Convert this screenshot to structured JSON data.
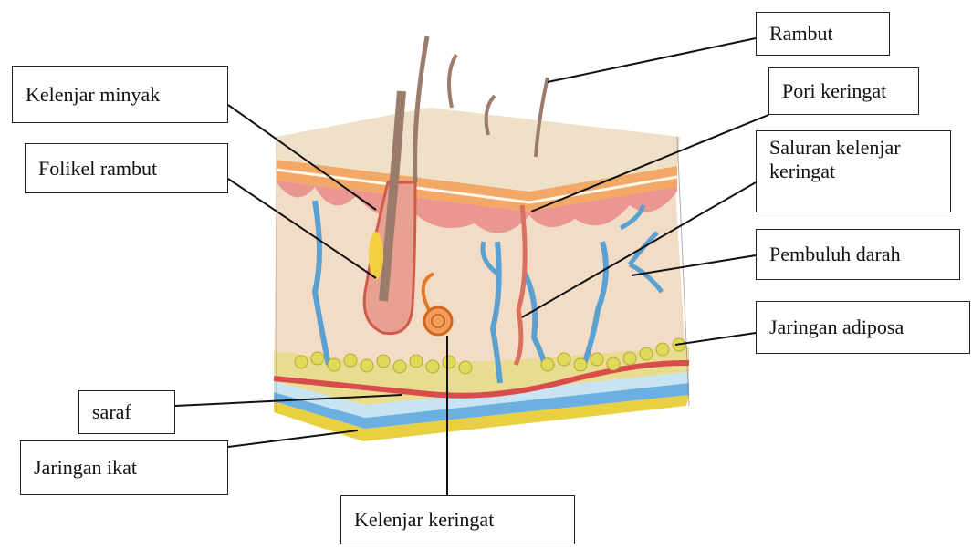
{
  "diagram": {
    "labels": {
      "rambut": "Rambut",
      "kelenjar_minyak": "Kelenjar minyak",
      "pori_keringat": "Pori keringat",
      "folikel_rambut": "Folikel rambut",
      "saluran_kelenjar_keringat": "Saluran kelenjar keringat",
      "pembuluh_darah": "Pembuluh darah",
      "jaringan_adiposa": "Jaringan adiposa",
      "saraf": "saraf",
      "jaringan_ikat": "Jaringan ikat",
      "kelenjar_keringat": "Kelenjar keringat"
    }
  },
  "colors": {
    "skin_surface": "#efe0c8",
    "epidermis": "#f2a968",
    "dermis": "#f3dcc6",
    "dermal_papillae": "#e88a8a",
    "blood_vessel": "#5aa0d0",
    "hair": "#9a7b6c",
    "sweat_gland": "#e07a2a",
    "adipose": "#d8d25a",
    "connective_blue": "#6bb0e0",
    "connective_yellow": "#e8d040"
  }
}
